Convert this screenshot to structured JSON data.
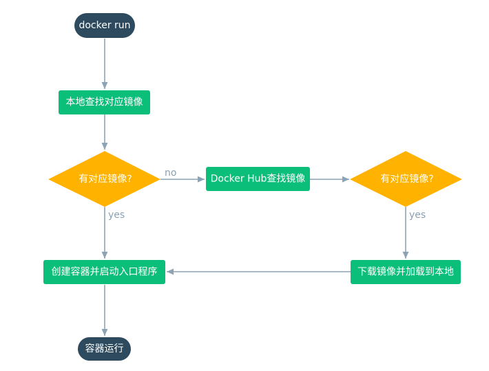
{
  "colors": {
    "terminal": "#2e4a5e",
    "process": "#0bbf7a",
    "decision": "#ffb300",
    "edge": "#8ba3b5",
    "edge_label": "#8aa0b2"
  },
  "nodes": {
    "start": "docker run",
    "local_search": "本地查找对应镜像",
    "decision_local": "有对应镜像?",
    "hub_search": "Docker Hub查找镜像",
    "decision_hub": "有对应镜像?",
    "download": "下载镜像并加载到本地",
    "create": "创建容器并启动入口程序",
    "end": "容器运行"
  },
  "edges": {
    "no_label": "no",
    "yes_label_left": "yes",
    "yes_label_right": "yes"
  }
}
